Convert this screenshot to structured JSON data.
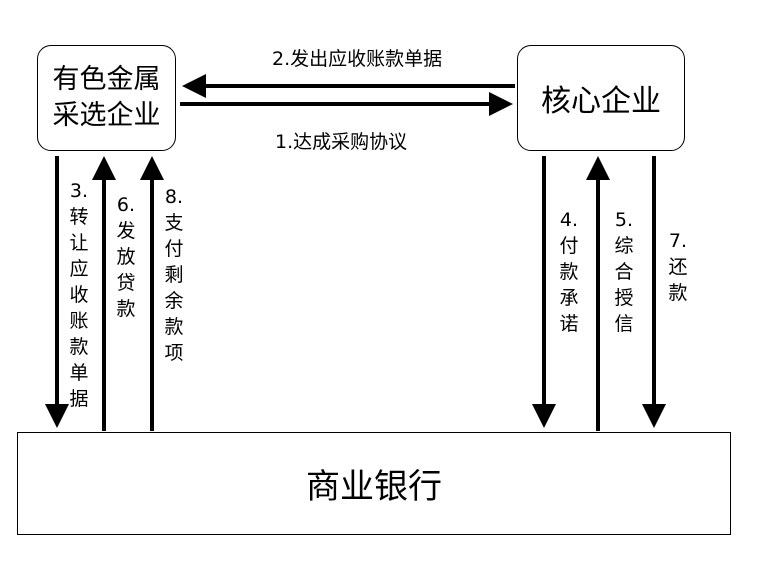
{
  "nodes": {
    "supplier": "有色金属\n采选企业",
    "core": "核心企业",
    "bank": "商业银行"
  },
  "flows": {
    "f1": "1.达成采购协议",
    "f2": "2.发出应收账款单据",
    "f3": "3.\n转\n让\n应\n收\n账\n款\n单\n据",
    "f4": "4.\n付\n款\n承\n诺",
    "f5": "5.\n综\n合\n授\n信",
    "f6": "6.\n发\n放\n贷\n款",
    "f7": "7.\n还\n款",
    "f8": "8.\n支\n付\n剩\n余\n款\n项"
  }
}
